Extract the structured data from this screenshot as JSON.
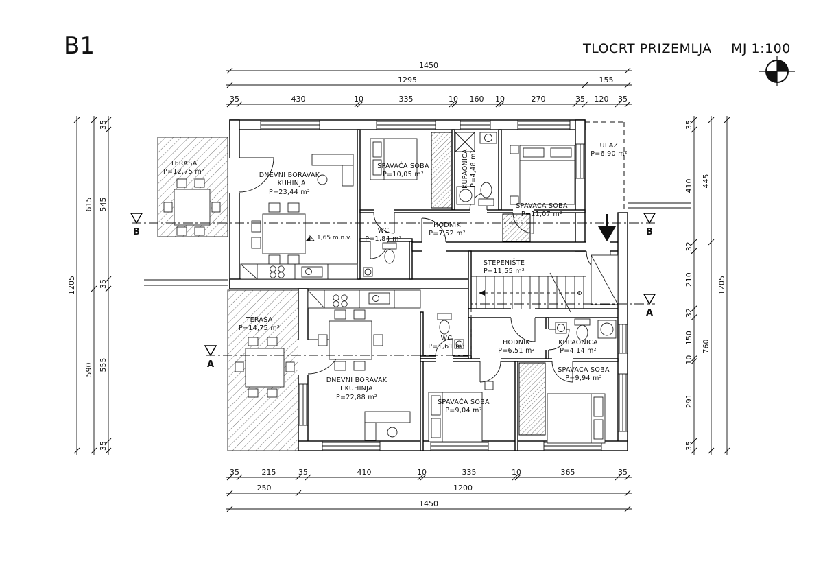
{
  "title_block": {
    "code": "B1",
    "title": "TLOCRT PRIZEMLJA",
    "scale": "MJ 1:100"
  },
  "sections": {
    "a": "A",
    "b": "B"
  },
  "level_marker": "1,65 m.n.v.",
  "rooms": {
    "upper": {
      "terasa": {
        "name": "TERASA",
        "area": "P=12,75 m²"
      },
      "dnevni": {
        "name1": "DNEVNI BORAVAK",
        "name2": "I KUHINJA",
        "area": "P=23,44 m²"
      },
      "spavaca1": {
        "name": "SPAVAĆA SOBA",
        "area": "P=10,05 m²"
      },
      "kupaonica": {
        "name": "KUPAONICA",
        "area": "P=4,48 m²"
      },
      "spavaca2": {
        "name": "SPAVAĆA SOBA",
        "area": "P=11,07 m²"
      },
      "ulaz": {
        "name": "ULAZ",
        "area": "P=6,90 m²"
      },
      "wc": {
        "name": "WC",
        "area": "P=1,84 m²"
      },
      "hodnik": {
        "name": "HODNIK",
        "area": "P=7,52 m²"
      },
      "stepeniste": {
        "name": "STEPENIŠTE",
        "area": "P=11,55 m²"
      }
    },
    "lower": {
      "terasa": {
        "name": "TERASA",
        "area": "P=14,75 m²"
      },
      "dnevni": {
        "name1": "DNEVNI BORAVAK",
        "name2": "I KUHINJA",
        "area": "P=22,88 m²"
      },
      "wc": {
        "name": "WC",
        "area": "P=1,61 m²"
      },
      "hodnik": {
        "name": "HODNIK",
        "area": "P=6,51 m²"
      },
      "kupaonica": {
        "name": "KUPAONICA",
        "area": "P=4,14 m²"
      },
      "spavaca1": {
        "name": "SPAVAĆA SOBA",
        "area": "P=9,94 m²"
      },
      "spavaca2": {
        "name": "SPAVAĆA SOBA",
        "area": "P=9,04 m²"
      }
    }
  },
  "dimensions": {
    "top": {
      "total": [
        "1450"
      ],
      "sub": [
        "1295",
        "155"
      ],
      "segments": [
        "35",
        "430",
        "10",
        "335",
        "10",
        "160",
        "10",
        "270",
        "35",
        "120",
        "35"
      ]
    },
    "bottom": {
      "total": [
        "1450"
      ],
      "sub": [
        "250",
        "1200"
      ],
      "segments": [
        "35",
        "215",
        "35",
        "410",
        "10",
        "335",
        "10",
        "365",
        "35"
      ]
    },
    "left": {
      "total": [
        "1205"
      ],
      "sub": [
        "615",
        "590"
      ],
      "segments": [
        "35",
        "545",
        "35",
        "555",
        "35"
      ]
    },
    "right": {
      "total": [
        "1205"
      ],
      "sub": [
        "445",
        "760"
      ],
      "segments": [
        "35",
        "410",
        "32",
        "210",
        "32",
        "150",
        "10",
        "291",
        "35"
      ]
    }
  }
}
